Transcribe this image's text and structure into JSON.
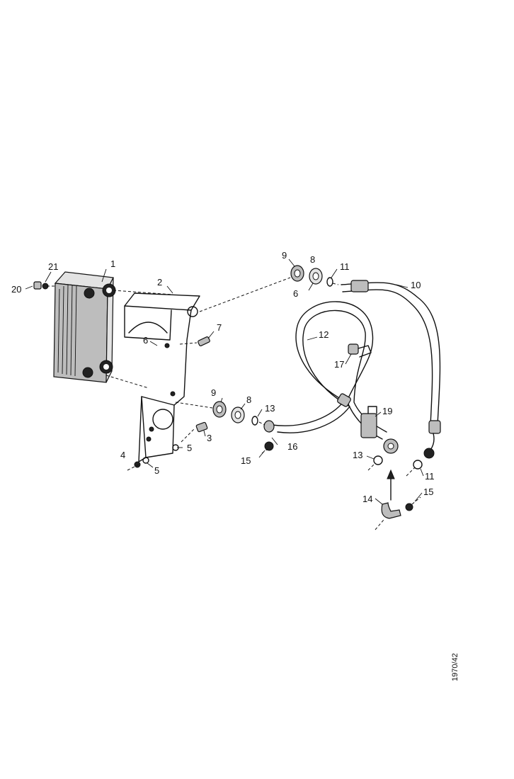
{
  "callouts": {
    "c1": "1",
    "c2": "2",
    "c3": "3",
    "c4": "4",
    "c5a": "5",
    "c5b": "5",
    "c6a": "6",
    "c6b": "6",
    "c7": "7",
    "c8a": "8",
    "c8b": "8",
    "c9a": "9",
    "c9b": "9",
    "c10": "10",
    "c11a": "11",
    "c11b": "11",
    "c12": "12",
    "c13a": "13",
    "c13b": "13",
    "c14": "14",
    "c15a": "15",
    "c15b": "15",
    "c16": "16",
    "c17": "17",
    "c19": "19",
    "c20": "20",
    "c21": "21"
  },
  "drawing_code": "1970/42"
}
